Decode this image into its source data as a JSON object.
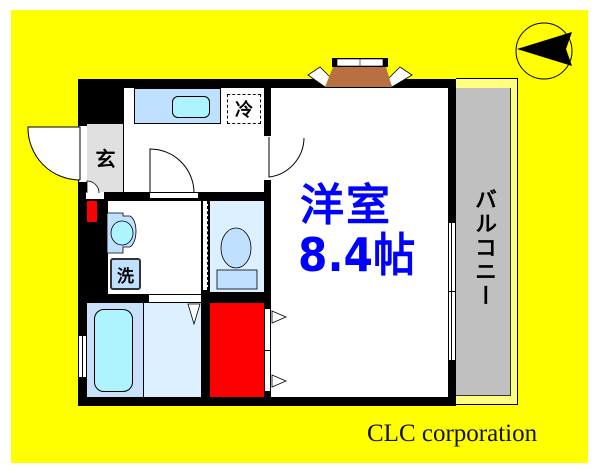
{
  "floorplan": {
    "background_color": "#ffff00",
    "rooms": {
      "western_room": {
        "name": "洋室",
        "size": "8.4帖"
      },
      "balcony": {
        "name": "バルコニー"
      },
      "entrance": {
        "name": "玄"
      },
      "fridge_space": {
        "name": "冷"
      },
      "washer_space": {
        "name": "洗"
      }
    },
    "compass": {
      "direction": "north-arrow-pointing-left"
    },
    "colors": {
      "wall": "#000000",
      "western_room_label": "#0000ff",
      "kitchen_fixture": "#bfe0ff",
      "bath": "#c8e0fa",
      "closet": "#ff0000",
      "balcony": "#c0c0c0",
      "bay_window": "#b87040",
      "entrance_floor": "#e0e0e0"
    }
  },
  "footer": {
    "company": "CLC corporation"
  }
}
